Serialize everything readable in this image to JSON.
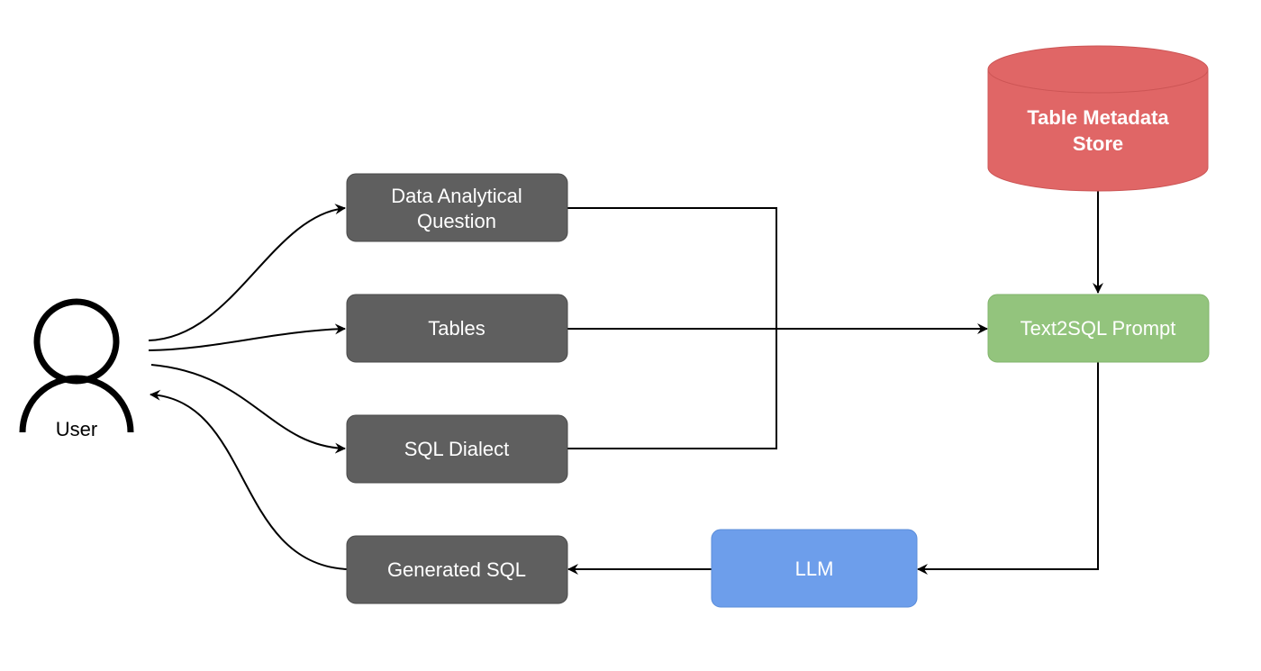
{
  "actor": {
    "label": "User"
  },
  "nodes": {
    "question": {
      "line1": "Data Analytical",
      "line2": "Question",
      "color": "#5f5f5f"
    },
    "tables": {
      "label": "Tables",
      "color": "#5f5f5f"
    },
    "dialect": {
      "label": "SQL Dialect",
      "color": "#5f5f5f"
    },
    "generated_sql": {
      "label": "Generated SQL",
      "color": "#5f5f5f"
    },
    "llm": {
      "label": "LLM",
      "color": "#6d9eeb"
    },
    "prompt": {
      "label": "Text2SQL Prompt",
      "color": "#93c47d"
    },
    "metadata_store": {
      "line1": "Table Metadata",
      "line2": "Store",
      "color": "#e06666"
    }
  }
}
